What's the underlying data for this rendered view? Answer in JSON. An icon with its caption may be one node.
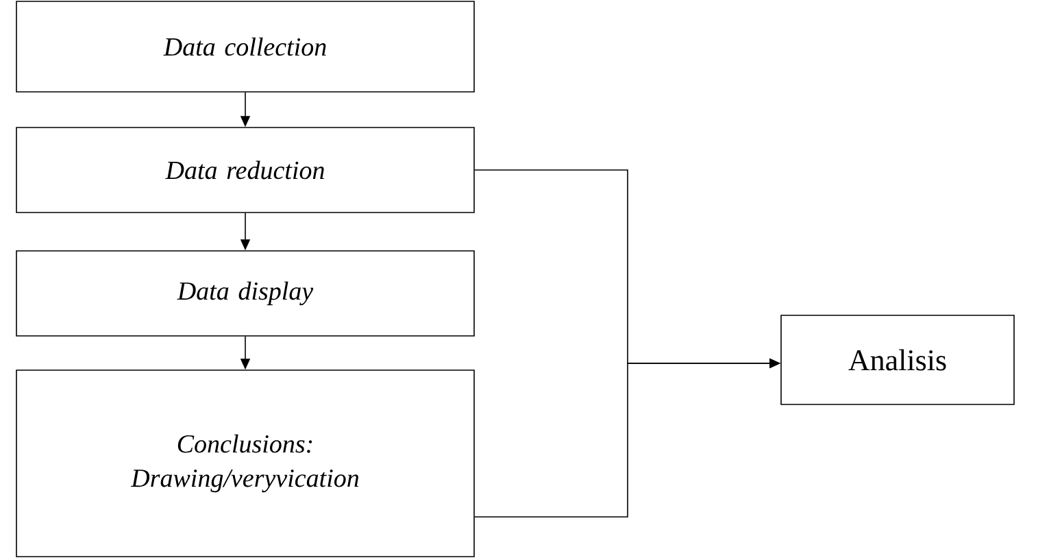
{
  "diagram": {
    "nodes": [
      {
        "text": [
          "Data collection"
        ]
      },
      {
        "text": [
          "Data reduction"
        ]
      },
      {
        "text": [
          "Data display"
        ]
      },
      {
        "text": [
          "Conclusions: Drawing/veryvication"
        ]
      },
      {
        "text": [
          "Analisis"
        ]
      }
    ],
    "edges": [
      {
        "from": 0,
        "to": 1,
        "arrow": "to"
      },
      {
        "from": 1,
        "to": 2,
        "arrow": "to"
      },
      {
        "from": 2,
        "to": 3,
        "arrow": "to"
      },
      {
        "from": 1,
        "to": 4,
        "arrow": "to"
      },
      {
        "from": 3,
        "to": 4,
        "arrow": "to"
      }
    ]
  }
}
